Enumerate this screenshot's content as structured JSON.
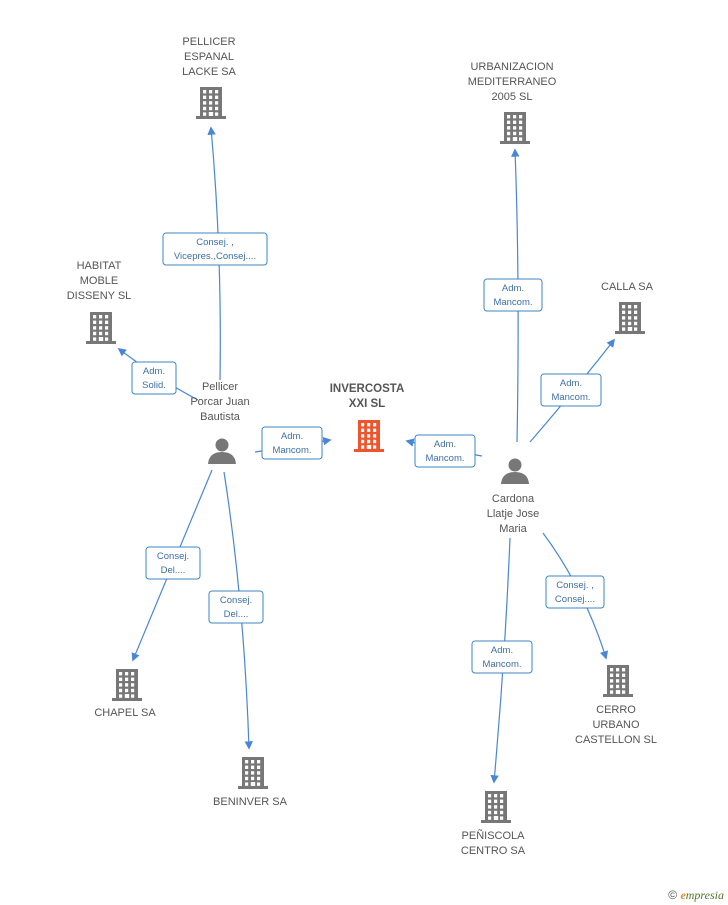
{
  "nodes": [
    {
      "id": "invercosta",
      "type": "company",
      "main": true,
      "lines": [
        "INVERCOSTA",
        "XXI SL"
      ],
      "icon": "building-icon"
    },
    {
      "id": "pellicer-espanal",
      "type": "company",
      "lines": [
        "PELLICER",
        "ESPANAL",
        "LACKE SA"
      ],
      "icon": "building-icon"
    },
    {
      "id": "habitat",
      "type": "company",
      "lines": [
        "HABITAT",
        "MOBLE",
        "DISSENY SL"
      ],
      "icon": "building-icon"
    },
    {
      "id": "pellicer-porcar",
      "type": "person",
      "lines": [
        "Pellicer",
        "Porcar Juan",
        "Bautista"
      ],
      "icon": "person-icon"
    },
    {
      "id": "chapel",
      "type": "company",
      "lines": [
        "CHAPEL SA"
      ],
      "icon": "building-icon"
    },
    {
      "id": "beninver",
      "type": "company",
      "lines": [
        "BENINVER SA"
      ],
      "icon": "building-icon"
    },
    {
      "id": "urbanizacion",
      "type": "company",
      "lines": [
        "URBANIZACION",
        "MEDITERRANEO",
        "2005 SL"
      ],
      "icon": "building-icon"
    },
    {
      "id": "calla",
      "type": "company",
      "lines": [
        "CALLA SA"
      ],
      "icon": "building-icon"
    },
    {
      "id": "cardona",
      "type": "person",
      "lines": [
        "Cardona",
        "Llatje Jose",
        "Maria"
      ],
      "icon": "person-icon"
    },
    {
      "id": "cerro",
      "type": "company",
      "lines": [
        "CERRO",
        "URBANO",
        "CASTELLON SL"
      ],
      "icon": "building-icon"
    },
    {
      "id": "peniscola",
      "type": "company",
      "lines": [
        "PEÑISCOLA",
        "CENTRO SA"
      ],
      "icon": "building-icon"
    }
  ],
  "edges": [
    {
      "from": "pellicer-porcar",
      "to": "pellicer-espanal",
      "lines": [
        "Consej. ,",
        "Vicepres.,Consej...."
      ]
    },
    {
      "from": "pellicer-porcar",
      "to": "habitat",
      "lines": [
        "Adm.",
        "Solid."
      ]
    },
    {
      "from": "pellicer-porcar",
      "to": "invercosta",
      "lines": [
        "Adm.",
        "Mancom."
      ]
    },
    {
      "from": "pellicer-porcar",
      "to": "chapel",
      "lines": [
        "Consej.",
        "Del...."
      ]
    },
    {
      "from": "pellicer-porcar",
      "to": "beninver",
      "lines": [
        "Consej.",
        "Del...."
      ]
    },
    {
      "from": "cardona",
      "to": "urbanizacion",
      "lines": [
        "Adm.",
        "Mancom."
      ]
    },
    {
      "from": "cardona",
      "to": "calla",
      "lines": [
        "Adm.",
        "Mancom."
      ]
    },
    {
      "from": "cardona",
      "to": "invercosta",
      "lines": [
        "Adm.",
        "Mancom."
      ]
    },
    {
      "from": "cardona",
      "to": "cerro",
      "lines": [
        "Consej. ,",
        "Consej...."
      ]
    },
    {
      "from": "cardona",
      "to": "peniscola",
      "lines": [
        "Adm.",
        "Mancom."
      ]
    }
  ],
  "colors": {
    "main_company": "#f0542c",
    "company": "#777777",
    "person": "#777777",
    "edge": "#4a86d4"
  },
  "footer": {
    "copyright": "©",
    "brand_initial": "e",
    "brand_rest": "mpresia"
  }
}
